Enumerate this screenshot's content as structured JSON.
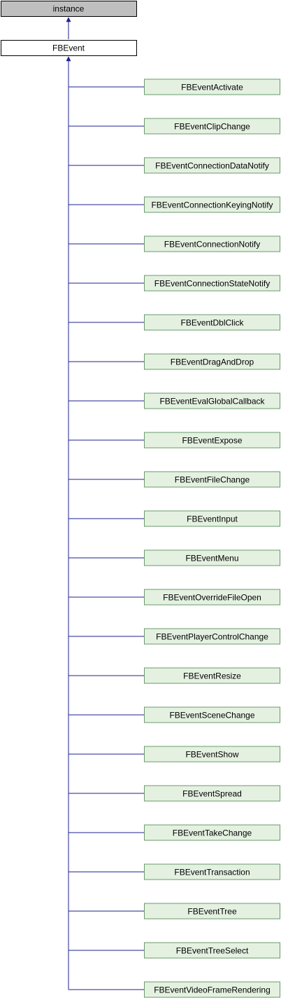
{
  "base_class": "instance",
  "main_class": "FBEvent",
  "subclasses": [
    "FBEventActivate",
    "FBEventClipChange",
    "FBEventConnectionDataNotify",
    "FBEventConnectionKeyingNotify",
    "FBEventConnectionNotify",
    "FBEventConnectionStateNotify",
    "FBEventDblClick",
    "FBEventDragAndDrop",
    "FBEventEvalGlobalCallback",
    "FBEventExpose",
    "FBEventFileChange",
    "FBEventInput",
    "FBEventMenu",
    "FBEventOverrideFileOpen",
    "FBEventPlayerControlChange",
    "FBEventResize",
    "FBEventSceneChange",
    "FBEventShow",
    "FBEventSpread",
    "FBEventTakeChange",
    "FBEventTransaction",
    "FBEventTree",
    "FBEventTreeSelect",
    "FBEventVideoFrameRendering"
  ],
  "colors": {
    "base_fill": "#bfbfbf",
    "main_fill": "#ffffff",
    "subclass_fill": "#e4f1e1",
    "subclass_stroke": "#6a9a6a",
    "edge": "#1f1f8f"
  }
}
